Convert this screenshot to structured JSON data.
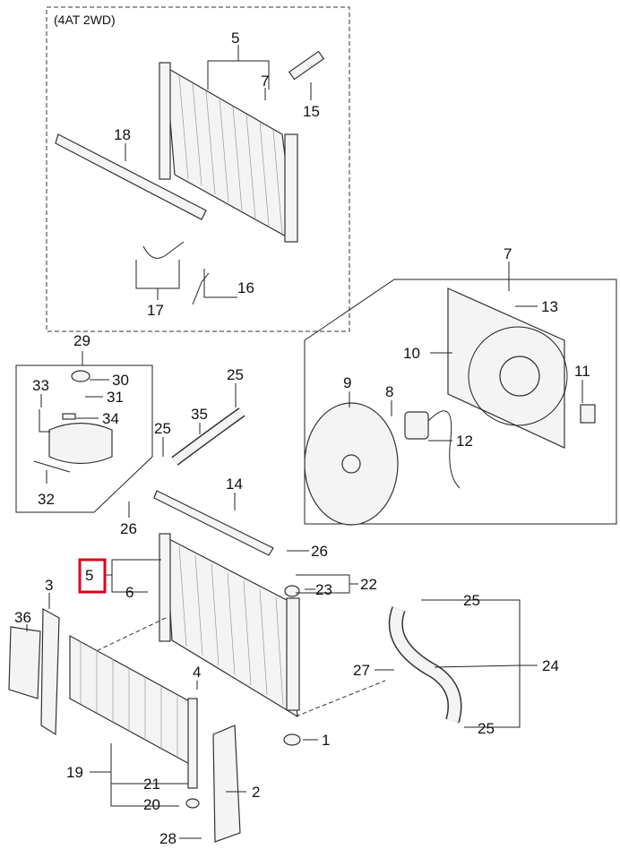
{
  "variant_label": "(4AT 2WD)",
  "highlight_color": "#e0001b",
  "callouts": {
    "top_5": "5",
    "top_7": "7",
    "top_15": "15",
    "top_18": "18",
    "top_16": "16",
    "top_17": "17",
    "fan_7": "7",
    "fan_13": "13",
    "fan_10": "10",
    "fan_11": "11",
    "fan_9": "9",
    "fan_8": "8",
    "fan_12": "12",
    "res_29": "29",
    "res_30": "30",
    "res_33": "33",
    "res_31": "31",
    "res_34": "34",
    "res_32": "32",
    "hose_25a": "25",
    "hose_35": "35",
    "hose_25b": "25",
    "bar_14": "14",
    "bolt_26a": "26",
    "bolt_26b": "26",
    "rad_5": "5",
    "rad_6": "6",
    "mount_22": "22",
    "mount_23": "23",
    "guard_3": "3",
    "guard_36": "36",
    "lower_25a": "25",
    "lower_24": "24",
    "clip_27": "27",
    "lower_25b": "25",
    "bolt_4": "4",
    "cushion_1": "1",
    "cond_19": "19",
    "cond_21": "21",
    "cond_20": "20",
    "guard_2": "2",
    "bolt_28": "28"
  }
}
